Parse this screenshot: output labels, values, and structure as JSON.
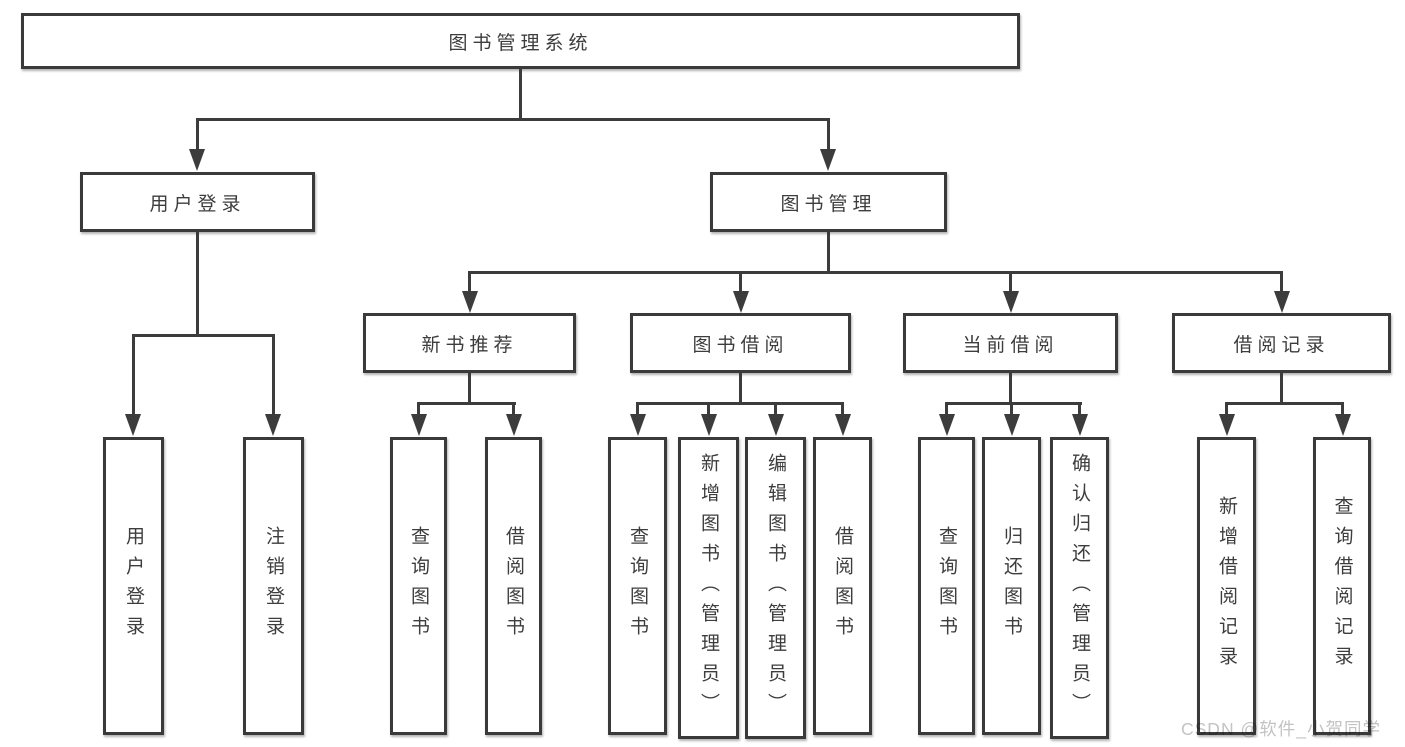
{
  "diagram": {
    "title": "图书管理系统",
    "nodes": {
      "root": "图书管理系统",
      "userLogin": "用户登录",
      "bookMgmt": "图书管理",
      "newBookRec": "新书推荐",
      "bookBorrow": "图书借阅",
      "currentBorrow": "当前借阅",
      "borrowRecord": "借阅记录",
      "leafUserLogin": "用户登录",
      "leafLogout": "注销登录",
      "leafNbrQuery": "查询图书",
      "leafNbrBorrow": "借阅图书",
      "leafBbQuery": "查询图书",
      "leafBbAdd": "新增图书（管理员）",
      "leafBbEdit": "编辑图书（管理员）",
      "leafBbBorrow": "借阅图书",
      "leafCbQuery": "查询图书",
      "leafCbReturn": "归还图书",
      "leafCbConfirm": "确认归还（管理员）",
      "leafBrAdd": "新增借阅记录",
      "leafBrQuery": "查询借阅记录"
    },
    "hierarchy": {
      "图书管理系统": {
        "用户登录": [
          "用户登录",
          "注销登录"
        ],
        "图书管理": {
          "新书推荐": [
            "查询图书",
            "借阅图书"
          ],
          "图书借阅": [
            "查询图书",
            "新增图书（管理员）",
            "编辑图书（管理员）",
            "借阅图书"
          ],
          "当前借阅": [
            "查询图书",
            "归还图书",
            "确认归还（管理员）"
          ],
          "借阅记录": [
            "新增借阅记录",
            "查询借阅记录"
          ]
        }
      }
    }
  },
  "watermark": "CSDN @软件_小贺同学",
  "colors": {
    "line": "#3c3c3c",
    "text": "#3d3d3d",
    "background": "#ffffff",
    "watermark": "#c3c3c3"
  }
}
